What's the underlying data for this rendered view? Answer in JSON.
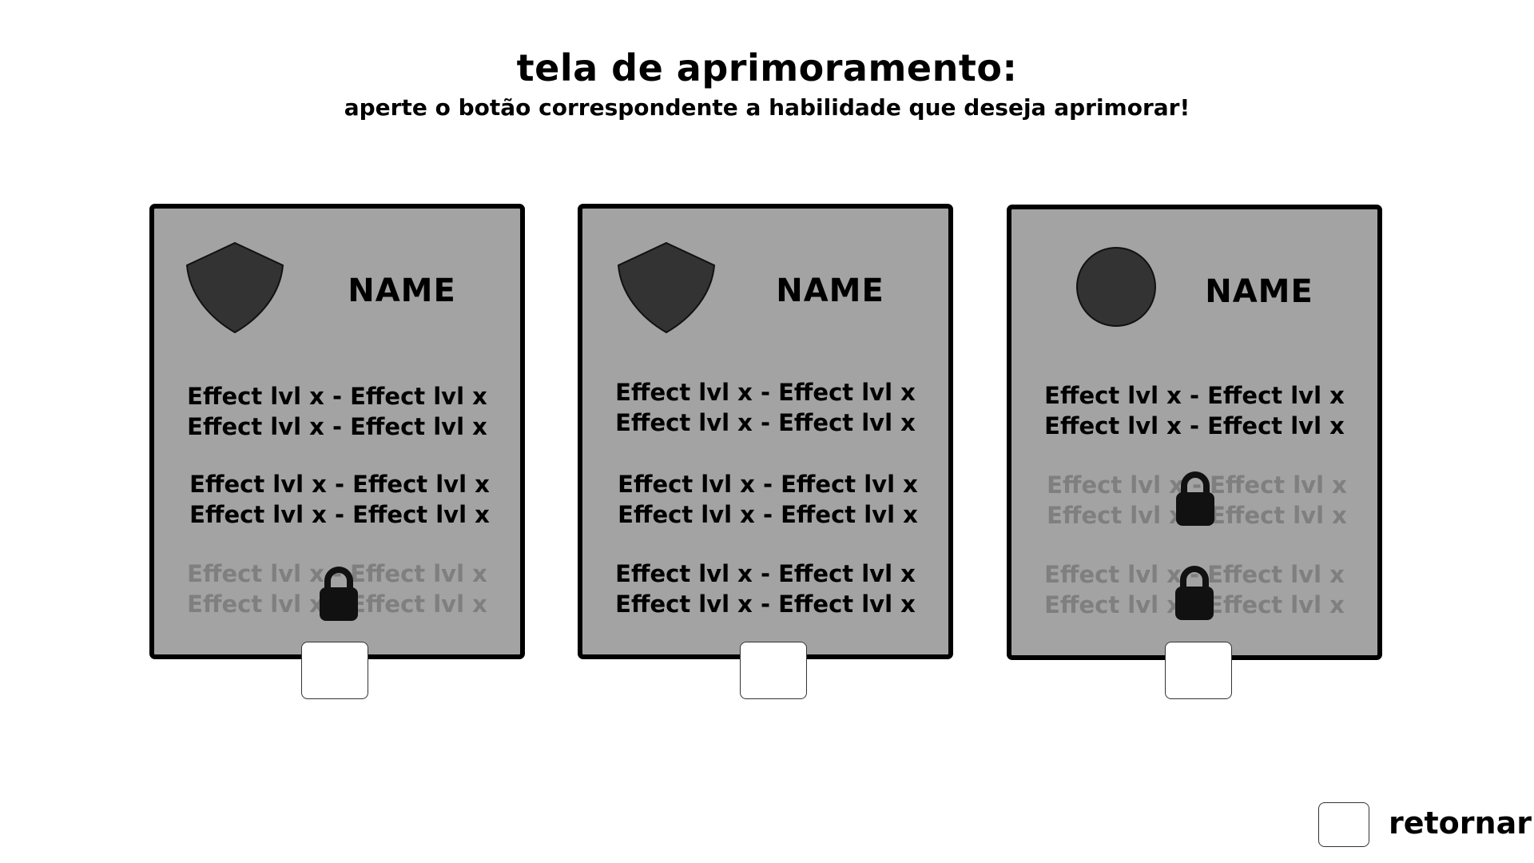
{
  "header": {
    "title": "tela de aprimoramento:",
    "subtitle": "aperte o botão correspondente a habilidade que deseja aprimorar!"
  },
  "cards": [
    {
      "icon": "shield-icon",
      "name": "NAME",
      "effects": [
        {
          "locked": false,
          "lines": [
            "Effect lvl x - Effect lvl x",
            "Effect lvl x - Effect lvl x"
          ]
        },
        {
          "locked": false,
          "lines": [
            "Effect lvl x - Effect lvl x",
            "Effect lvl x - Effect lvl x"
          ]
        },
        {
          "locked": true,
          "lines": [
            "Effect lvl x - Effect lvl x",
            "Effect lvl x - Effect lvl x"
          ]
        }
      ]
    },
    {
      "icon": "shield-icon",
      "name": "NAME",
      "effects": [
        {
          "locked": false,
          "lines": [
            "Effect lvl x - Effect lvl x",
            "Effect lvl x - Effect lvl x"
          ]
        },
        {
          "locked": false,
          "lines": [
            "Effect lvl x - Effect lvl x",
            "Effect lvl x - Effect lvl x"
          ]
        },
        {
          "locked": false,
          "lines": [
            "Effect lvl x - Effect lvl x",
            "Effect lvl x - Effect lvl x"
          ]
        }
      ]
    },
    {
      "icon": "circle-icon",
      "name": "NAME",
      "effects": [
        {
          "locked": false,
          "lines": [
            "Effect lvl x - Effect lvl x",
            "Effect lvl x - Effect lvl x"
          ]
        },
        {
          "locked": true,
          "lines": [
            "Effect lvl x - Effect lvl x",
            "Effect lvl x - Effect lvl x"
          ]
        },
        {
          "locked": true,
          "lines": [
            "Effect lvl x - Effect lvl x",
            "Effect lvl x - Effect lvl x"
          ]
        }
      ]
    }
  ],
  "footer": {
    "return_label": "retornar"
  },
  "colors": {
    "card_bg": "#a3a3a3",
    "icon_fill": "#333333",
    "locked_text": "#7f7f7f",
    "lock_fill": "#111111"
  }
}
